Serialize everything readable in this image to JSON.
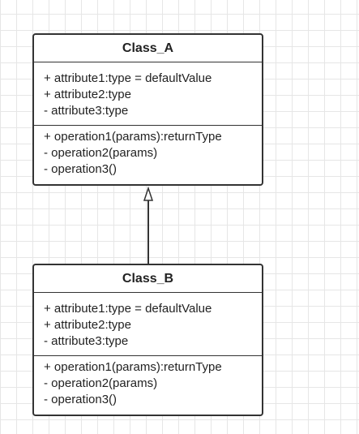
{
  "classes": [
    {
      "name": "Class_A",
      "attributes": [
        "+ attribute1:type = defaultValue",
        "+ attribute2:type",
        "- attribute3:type"
      ],
      "operations": [
        "+ operation1(params):returnType",
        "- operation2(params)",
        "- operation3()"
      ]
    },
    {
      "name": "Class_B",
      "attributes": [
        "+ attribute1:type = defaultValue",
        "+ attribute2:type",
        "- attribute3:type"
      ],
      "operations": [
        "+ operation1(params):returnType",
        "- operation2(params)",
        "- operation3()"
      ]
    }
  ],
  "relationships": [
    {
      "type": "generalization",
      "from": "Class_B",
      "to": "Class_A"
    }
  ]
}
